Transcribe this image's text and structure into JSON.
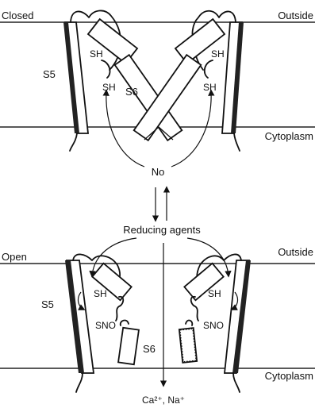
{
  "top_panel": {
    "state_label": "Closed",
    "outside_label": "Outside",
    "cytoplasm_label": "Cytoplasm",
    "s5_label": "S5",
    "s6_label": "S6",
    "sh_label": "SH"
  },
  "transition": {
    "no_label": "No",
    "reducing_label": "Reducing agents"
  },
  "bottom_panel": {
    "state_label": "Open",
    "outside_label": "Outside",
    "cytoplasm_label": "Cytoplasm",
    "s5_label": "S5",
    "s6_label": "S6",
    "sh_label": "SH",
    "sno_label": "SNO",
    "ions_label": "Ca²⁺, Na⁺"
  }
}
